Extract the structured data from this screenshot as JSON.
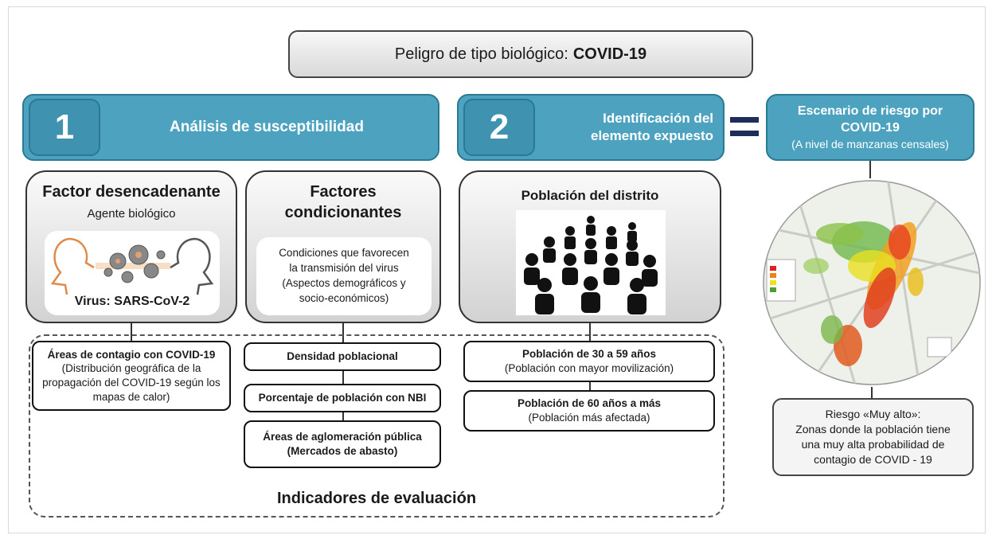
{
  "title": {
    "prefix": "Peligro de tipo biológico:",
    "bold": "COVID-19"
  },
  "step1": {
    "number": "1",
    "label": "Análisis de susceptibilidad"
  },
  "step2": {
    "number": "2",
    "label_line1": "Identificación del",
    "label_line2": "elemento expuesto"
  },
  "scenario": {
    "line1": "Escenario de riesgo por",
    "line2": "COVID-19",
    "line3": "(A nivel de manzanas censales)"
  },
  "trigger": {
    "title": "Factor desencadenante",
    "subtitle": "Agente biológico",
    "virus": "Virus: SARS-CoV-2"
  },
  "conditioning": {
    "title_line1": "Factores",
    "title_line2": "condicionantes",
    "desc": [
      "Condiciones que favorecen",
      "la transmisión del virus",
      "(Aspectos demográficos y",
      "socio-económicos)"
    ]
  },
  "population": {
    "title": "Población del distrito"
  },
  "indicators": {
    "contagio": {
      "title": "Áreas de contagio con COVID-19",
      "desc": [
        "(Distribución geográfica de la",
        "propagación del COVID-19 según los",
        "mapas de calor)"
      ]
    },
    "densidad": "Densidad poblacional",
    "nbi": "Porcentaje de población con NBI",
    "aglomeracion": {
      "line1": "Áreas de aglomeración pública",
      "line2": "(Mercados de abasto)"
    },
    "pob30": {
      "title": "Población de 30 a 59 años",
      "desc": "(Población con mayor movilización)"
    },
    "pob60": {
      "title": "Población de 60 años a más",
      "desc": "(Población más afectada)"
    },
    "label": "Indicadores de evaluación"
  },
  "risk_note": {
    "line1": "Riesgo «Muy alto»:",
    "line2": "Zonas donde la población tiene",
    "line3": "una muy alta probabilidad de",
    "line4": "contagio de COVID - 19"
  },
  "colors": {
    "teal": "#4da3bf",
    "teal_dark": "#2a7a94",
    "equals": "#1d2d5c"
  }
}
